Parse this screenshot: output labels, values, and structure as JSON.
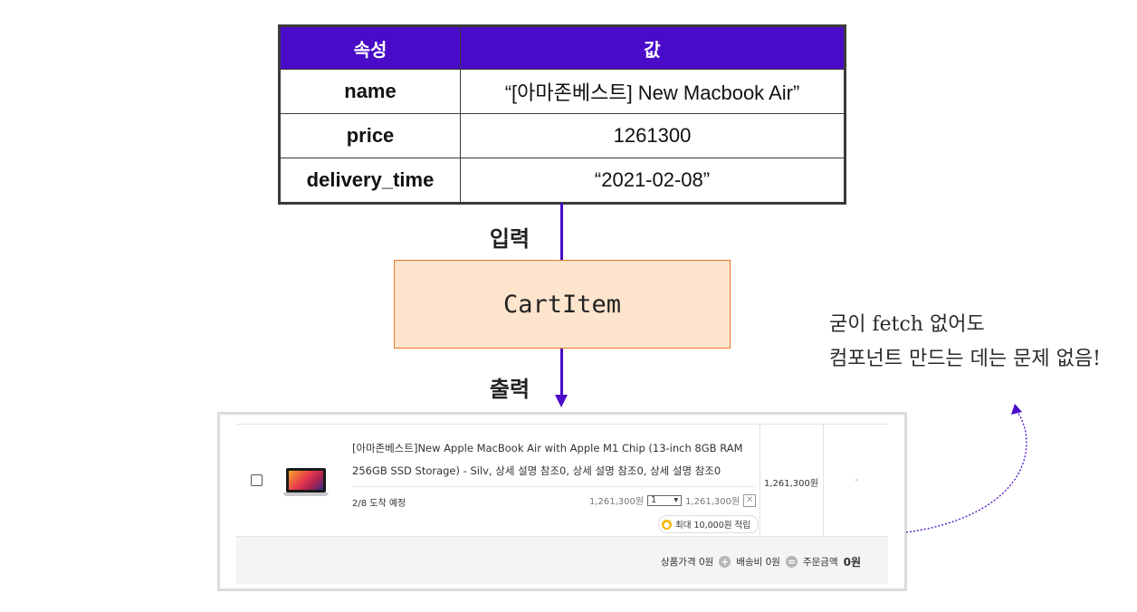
{
  "table": {
    "headers": [
      "속성",
      "값"
    ],
    "rows": [
      {
        "key": "name",
        "value": "“[아마존베스트] New Macbook Air”"
      },
      {
        "key": "price",
        "value": "1261300"
      },
      {
        "key": "delivery_time",
        "value": "“2021-02-08”"
      }
    ]
  },
  "flow": {
    "input_label": "입력",
    "component_name": "CartItem",
    "output_label": "출력",
    "line_color": "#4a0bc9"
  },
  "cart": {
    "product_name_line1": "[아마존베스트]New Apple MacBook Air with Apple M1 Chip (13-inch 8GB RAM",
    "product_name_line2": "256GB SSD Storage) - Silv, 상세 설명 참조0, 상세 설명 참조0, 상세 설명 참조0",
    "delivery": "2/8 도착 예정",
    "unit_price": "1,261,300원",
    "quantity": "1",
    "line_price": "1,261,300원",
    "points": "최대 10,000원 적립",
    "row_price": "1,261,300원",
    "row_dash": "-",
    "summary": {
      "product_price": "상품가격 0원",
      "shipping": "배송비 0원",
      "order_label": "주문금액",
      "order_total": "0원"
    }
  },
  "note": {
    "line1": "굳이 fetch 없어도",
    "line2": "컴포넌트 만드는 데는 문제 없음!"
  }
}
